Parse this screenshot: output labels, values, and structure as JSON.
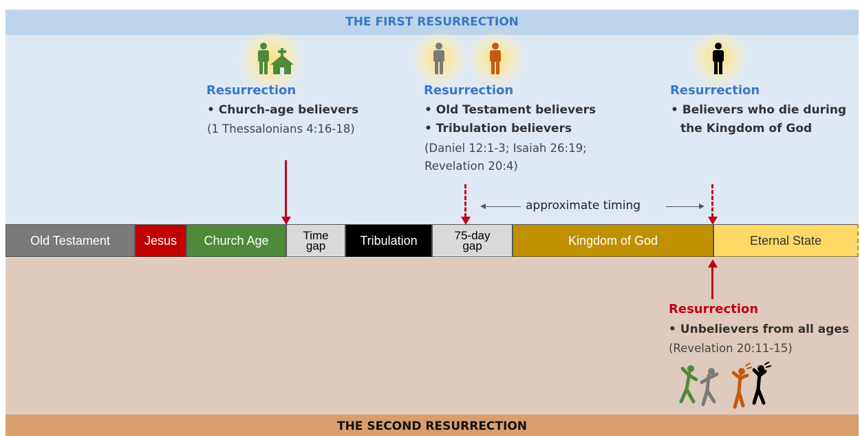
{
  "first_resurrection_title": "THE FIRST RESURRECTION",
  "second_resurrection_title": "THE SECOND RESURRECTION",
  "colors": {
    "top_band": "#dfe9f4",
    "top_bar": "#bdd5ec",
    "bottom_band": "#decbbd",
    "bottom_bar": "#d99e6e",
    "accent_blue": "#3a78c4",
    "accent_red": "#c0001a"
  },
  "timeline": [
    {
      "label": "Old Testament",
      "bg": "#7a7a7a",
      "fg": "#ffffff"
    },
    {
      "label": "Jesus",
      "bg": "#c00000",
      "fg": "#ffffff"
    },
    {
      "label": "Church Age",
      "bg": "#4e8a3a",
      "fg": "#ffffff"
    },
    {
      "label_line1": "Time",
      "label_line2": "gap",
      "bg": "#d9d9d9",
      "fg": "#000000"
    },
    {
      "label": "Tribulation",
      "bg": "#000000",
      "fg": "#ffffff"
    },
    {
      "label_line1": "75-day",
      "label_line2": "gap",
      "bg": "#d9d9d9",
      "fg": "#000000"
    },
    {
      "label": "Kingdom of God",
      "bg": "#bf9000",
      "fg": "#ffffff"
    },
    {
      "label": "Eternal State",
      "bg": "#ffd966",
      "fg": "#333333"
    }
  ],
  "resurrections": {
    "church": {
      "title": "Resurrection",
      "bullet": "• Church-age believers",
      "ref": "(1 Thessalonians 4:16-18)",
      "icons": [
        "person-icon",
        "church-icon"
      ]
    },
    "old_testament": {
      "title": "Resurrection",
      "bullet1": "• Old Testament believers",
      "bullet2": "• Tribulation believers",
      "ref1": "(Daniel 12:1-3; Isaiah 26:19;",
      "ref2": "Revelation 20:4)",
      "icons": [
        "person-icon",
        "person-icon"
      ]
    },
    "kingdom": {
      "title": "Resurrection",
      "bullet1": "• Believers who die during",
      "bullet2": "the Kingdom of God",
      "icons": [
        "person-icon"
      ]
    },
    "unbelievers": {
      "title": "Resurrection",
      "bullet": "• Unbelievers from all ages",
      "ref": "(Revelation 20:11-15)",
      "icons": [
        "distressed-person-icon",
        "distressed-person-icon",
        "distressed-person-icon",
        "distressed-person-icon"
      ]
    }
  },
  "approximate_timing": "approximate timing"
}
